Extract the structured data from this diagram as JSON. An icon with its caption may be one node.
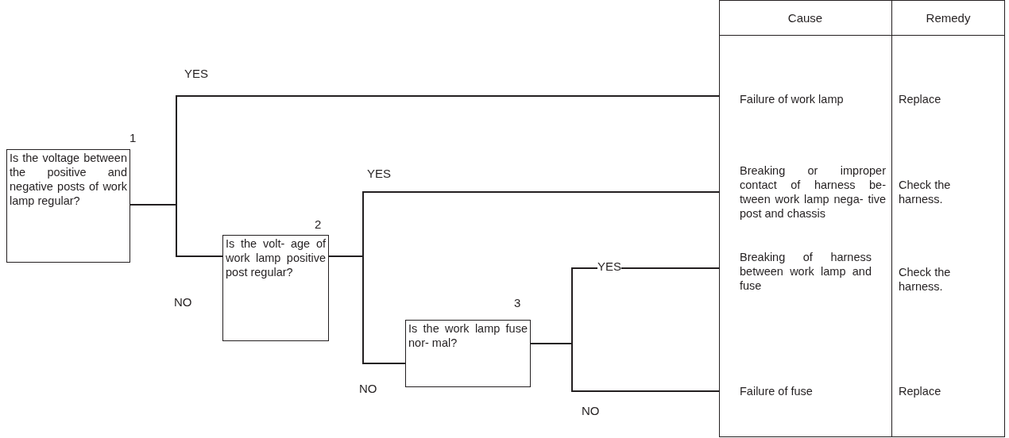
{
  "diagram": {
    "nodes": [
      {
        "text": [
          "Is the voltage between the positive and negative posts of work lamp regular?"
        ],
        "beside": [
          "1"
        ]
      },
      {
        "text": [
          "Is the volt- age of work lamp positive post regular?"
        ],
        "beside": [
          "2"
        ]
      },
      {
        "text": [
          "Is the work lamp fuse nor- mal?"
        ],
        "beside": [
          "3"
        ]
      },
      {
        "text": [
          "Failure of work lamp"
        ]
      },
      {
        "text": [
          "Replace"
        ]
      },
      {
        "text": [
          "Breaking or improper contact of harness be- tween work lamp nega- tive post and chassis"
        ]
      },
      {
        "text": [
          "Check the harness."
        ]
      },
      {
        "text": [
          "Breaking of harness between work lamp and fuse"
        ]
      },
      {
        "text": [
          "Check the harness."
        ]
      },
      {
        "text": [
          "Failure of fuse"
        ]
      },
      {
        "text": [
          "Replace"
        ]
      }
    ],
    "edges": [
      {
        "from": 0,
        "to": 3,
        "arrow": "none",
        "label": "YES"
      },
      {
        "from": 0,
        "to": 1,
        "arrow": "none",
        "label": "NO"
      },
      {
        "from": 1,
        "to": 5,
        "arrow": "none",
        "label": "YES"
      },
      {
        "from": 1,
        "to": 2,
        "arrow": "none",
        "label": "NO"
      },
      {
        "from": 2,
        "to": 7,
        "arrow": "none",
        "label": "YES"
      },
      {
        "from": 2,
        "to": 9,
        "arrow": "none",
        "label": "NO"
      }
    ],
    "labels": [
      "Cause",
      "Remedy"
    ]
  }
}
